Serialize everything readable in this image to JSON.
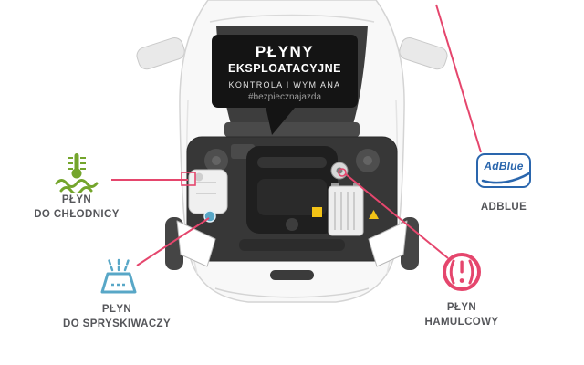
{
  "bubble": {
    "title_line1": "PŁYNY",
    "title_line2": "EKSPLOATACYJNE",
    "subtitle": "KONTROLA I WYMIANA",
    "hashtag": "#bezpiecznajazda"
  },
  "callouts": {
    "coolant": {
      "line1": "PŁYN",
      "line2": "DO CHŁODNICY",
      "icon": "coolant-temperature-icon"
    },
    "washer": {
      "line1": "PŁYN",
      "line2": "DO SPRYSKIWACZY",
      "icon": "windshield-washer-icon"
    },
    "brake": {
      "line1": "PŁYN",
      "line2": "HAMULCOWY",
      "icon": "brake-warning-icon"
    },
    "adblue": {
      "label": "ADBLUE",
      "logo_text": "AdBlue",
      "icon": "adblue-logo"
    }
  },
  "colors": {
    "accent-red": "#e5466d",
    "coolant-green": "#74a52c",
    "washer-blue": "#58a7c7",
    "adblue-blue": "#2a66ad",
    "bubble-bg": "#141414",
    "label-color": "#55565a"
  }
}
